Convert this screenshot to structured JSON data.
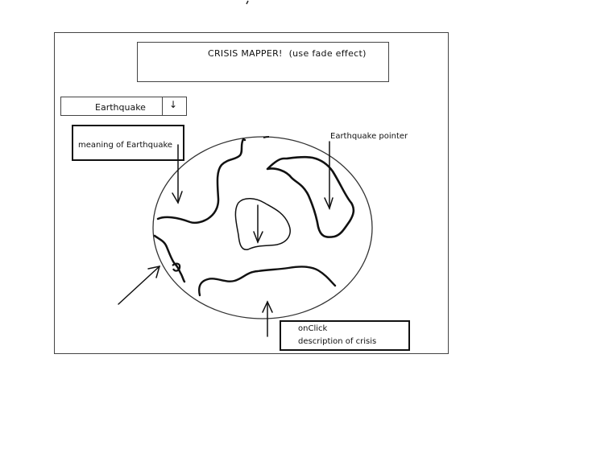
{
  "header": {
    "title": "CRISIS MAPPER!",
    "title_note": "(use fade effect)"
  },
  "dropdown": {
    "selected": "Earthquake",
    "arrow_icon": "arrow-down-icon"
  },
  "info_box": {
    "text": "meaning of Earthquake"
  },
  "map": {
    "pointer_label": "Earthquake pointer"
  },
  "description_box": {
    "line1": "onClick",
    "line2": "description of crisis"
  }
}
